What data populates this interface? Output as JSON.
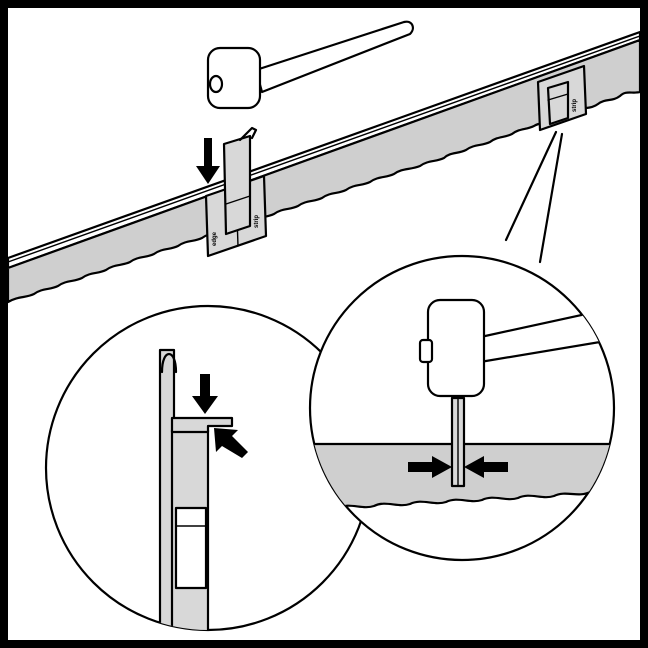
{
  "figure": {
    "kind": "assembly-instruction-illustration",
    "colors": {
      "frame": "#000000",
      "paper": "#ffffff",
      "edging": "#cfcfcf",
      "stake": "#d8d8d8",
      "ink": "#000000"
    },
    "icons": [
      "mallet-icon",
      "down-arrow-icon",
      "stake-icon",
      "edging-strip",
      "detail-callout"
    ],
    "stamps": {
      "edge_stamp": "edge",
      "brand_stamp": "strip"
    }
  }
}
